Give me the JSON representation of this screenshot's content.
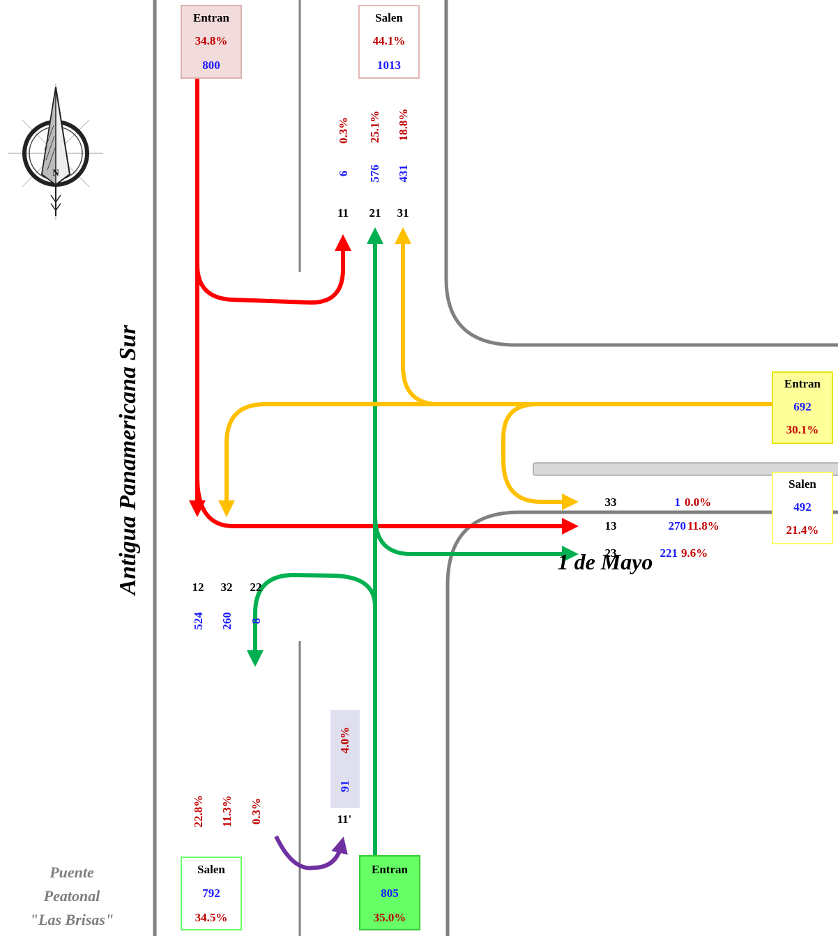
{
  "colors": {
    "road": "#808080",
    "left_turn_red": "#ff0000",
    "through_green": "#00b050",
    "east_yellow": "#ffc000",
    "uturn_purple": "#7030a0",
    "count_blue": "#1a1aff",
    "pct_red": "#c00000"
  },
  "labels": {
    "street_vertical": "Antigua Panamericana Sur",
    "street_horizontal": "1 de Mayo",
    "bridge_line1": "Puente",
    "bridge_line2": "Peatonal",
    "bridge_line3": "\"Las Brisas\""
  },
  "compass": {
    "icon": "north-compass-rose-icon",
    "letter": "N"
  },
  "boxes": {
    "north_in": {
      "title": "Entran",
      "pct": "34.8%",
      "count": "800",
      "fill": "#f2dcdb",
      "border": "#d9b3b0"
    },
    "north_out": {
      "title": "Salen",
      "pct": "44.1%",
      "count": "1013",
      "fill": "#ffffff",
      "border": "#e6b8b7"
    },
    "east_in": {
      "title": "Entran",
      "count": "692",
      "pct": "30.1%",
      "fill": "#ffff99",
      "border": "#e6e600"
    },
    "east_out": {
      "title": "Salen",
      "count": "492",
      "pct": "21.4%",
      "fill": "#ffffff",
      "border": "#ffff66"
    },
    "south_out": {
      "title": "Salen",
      "count": "792",
      "pct": "34.5%",
      "fill": "#ffffff",
      "border": "#66ff66"
    },
    "south_in": {
      "title": "Entran",
      "count": "805",
      "pct": "35.0%",
      "fill": "#66ff66",
      "border": "#33cc33"
    },
    "uturn": {
      "count": "91",
      "pct": "4.0%",
      "fill": "#e0dfef"
    }
  },
  "movements": {
    "north_exits": [
      {
        "id": "11",
        "count": "6",
        "pct": "0.3%"
      },
      {
        "id": "21",
        "count": "576",
        "pct": "25.1%"
      },
      {
        "id": "31",
        "count": "431",
        "pct": "18.8%"
      }
    ],
    "east_exits": [
      {
        "id": "33",
        "count": "1",
        "pct": "0.0%"
      },
      {
        "id": "13",
        "count": "270",
        "pct": "11.8%"
      },
      {
        "id": "23",
        "count": "221",
        "pct": "9.6%"
      }
    ],
    "south_exits": [
      {
        "id": "12",
        "count": "524",
        "pct": "22.8%"
      },
      {
        "id": "32",
        "count": "260",
        "pct": "11.3%"
      },
      {
        "id": "22",
        "count": "8",
        "pct": "0.3%"
      }
    ],
    "uturn_id": "11'"
  }
}
